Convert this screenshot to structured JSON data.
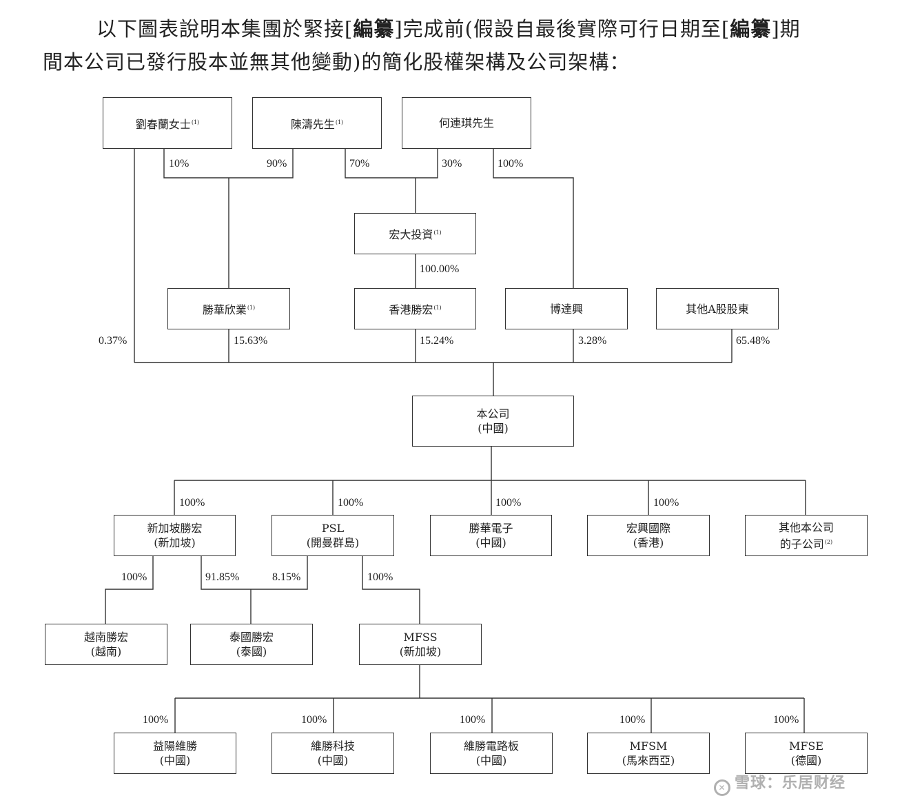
{
  "intro": {
    "line1_pre": "以下圖表說明本集團於緊接[",
    "line1_bold1": "編纂",
    "line1_mid": "]完成前(假設自最後實際可行日期至[",
    "line1_bold2": "編纂",
    "line1_post": "]期",
    "line2": "間本公司已發行股本並無其他變動)的簡化股權架構及公司架構："
  },
  "shareholders": {
    "liu": {
      "name": "劉春蘭女士",
      "note": "(1)"
    },
    "chen": {
      "name": "陳濤先生",
      "note": "(1)"
    },
    "he": {
      "name": "何連琪先生"
    },
    "hongda": {
      "name": "宏大投資",
      "note": "(1)"
    },
    "shenghua_xinye": {
      "name": "勝華欣業",
      "note": "(1)"
    },
    "hk_shenghong": {
      "name": "香港勝宏",
      "note": "(1)"
    },
    "bodaxing": {
      "name": "博達興"
    },
    "other_a": {
      "name": "其他A股股東"
    }
  },
  "company": {
    "name": "本公司",
    "place": "(中國)"
  },
  "subsidiaries": {
    "sg_shenghong": {
      "name": "新加坡勝宏",
      "place": "(新加坡)"
    },
    "psl": {
      "name": "PSL",
      "place": "(開曼群島)"
    },
    "shenghua_elec": {
      "name": "勝華電子",
      "place": "(中國)"
    },
    "hongxing_intl": {
      "name": "宏興國際",
      "place": "(香港)"
    },
    "other_subs": {
      "name": "其他本公司",
      "place": "的子公司",
      "note": "(2)"
    },
    "vn_shenghong": {
      "name": "越南勝宏",
      "place": "(越南)"
    },
    "th_shenghong": {
      "name": "泰國勝宏",
      "place": "(泰國)"
    },
    "mfss": {
      "name": "MFSS",
      "place": "(新加坡)"
    },
    "yiyang": {
      "name": "益陽維勝",
      "place": "(中國)"
    },
    "weisheng_tech": {
      "name": "維勝科技",
      "place": "(中國)"
    },
    "weisheng_pcb": {
      "name": "維勝電路板",
      "place": "(中國)"
    },
    "mfsm": {
      "name": "MFSM",
      "place": "(馬來西亞)"
    },
    "mfse": {
      "name": "MFSE",
      "place": "(德國)"
    }
  },
  "percentages": {
    "liu_to_xinye": "10%",
    "chen_to_xinye": "90%",
    "chen_to_hongda": "70%",
    "he_to_hongda": "30%",
    "he_to_bodaxing": "100%",
    "hongda_to_hk": "100.00%",
    "liu_to_company": "0.37%",
    "xinye_to_company": "15.63%",
    "hk_to_company": "15.24%",
    "bodaxing_to_company": "3.28%",
    "other_a_to_company": "65.48%",
    "company_to_sg": "100%",
    "company_to_psl": "100%",
    "company_to_shenghua": "100%",
    "company_to_hongxing": "100%",
    "sg_to_vn": "100%",
    "sg_to_th": "91.85%",
    "psl_to_th": "8.15%",
    "psl_to_mfss": "100%",
    "mfss_to_yiyang": "100%",
    "mfss_to_tech": "100%",
    "mfss_to_pcb": "100%",
    "mfss_to_mfsm": "100%",
    "mfss_to_mfse": "100%"
  },
  "watermark": {
    "logo": "✕",
    "text": "雪球：乐居财经"
  }
}
